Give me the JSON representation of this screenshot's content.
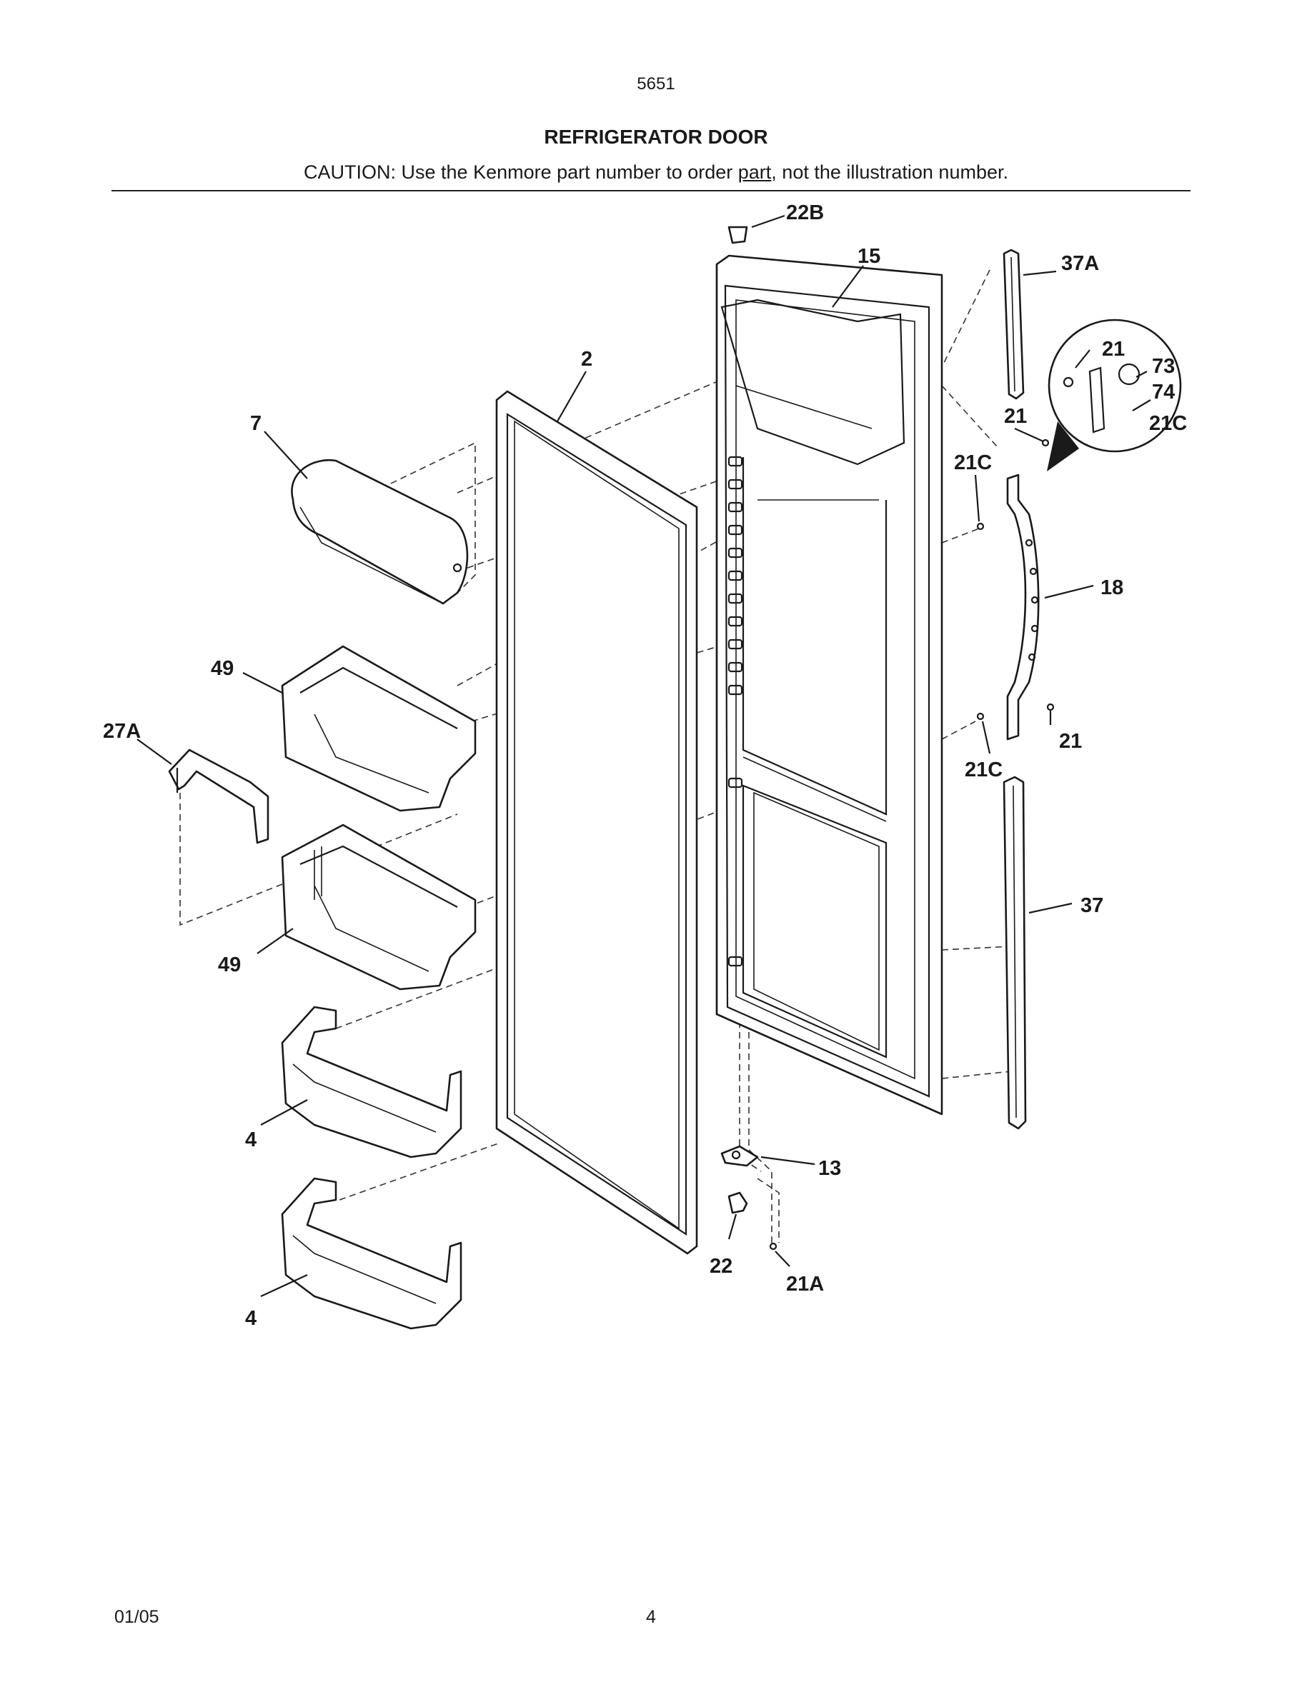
{
  "header": {
    "model": "5651",
    "title": "REFRIGERATOR DOOR",
    "caution_prefix": "CAUTION: Use the Kenmore part number to order ",
    "caution_underlined": "part",
    "caution_suffix": ", not the illustration number."
  },
  "callouts": {
    "c22B": "22B",
    "c15": "15",
    "c37A": "37A",
    "c2": "2",
    "c7": "7",
    "c21_detail": "21",
    "c73": "73",
    "c74": "74",
    "c21_upper": "21",
    "c21C_detail": "21C",
    "c21C_upper": "21C",
    "c18": "18",
    "c49_upper": "49",
    "c27A": "27A",
    "c21_lower": "21",
    "c21C_lower": "21C",
    "c37": "37",
    "c49_lower": "49",
    "c4_upper": "4",
    "c13": "13",
    "c22": "22",
    "c21A": "21A",
    "c4_lower": "4"
  },
  "footer": {
    "date": "01/05",
    "page": "4"
  }
}
